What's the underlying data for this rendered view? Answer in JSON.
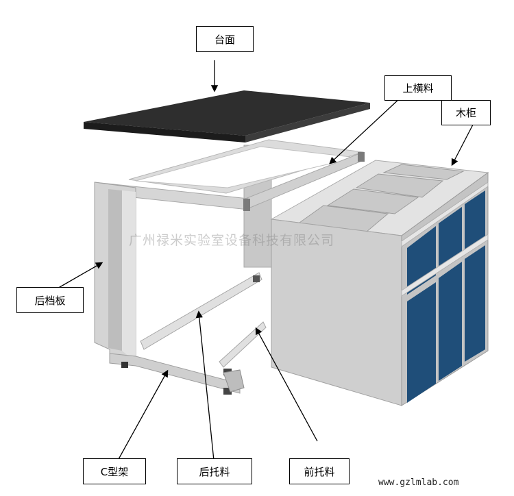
{
  "labels": {
    "countertop": "台面",
    "upper_crossbar": "上横料",
    "wood_cabinet": "木柜",
    "back_panel": "后档板",
    "c_frame": "C型架",
    "rear_support": "后托料",
    "front_support": "前托料"
  },
  "watermark": "广州禄米实验室设备科技有限公司",
  "website": "www.gzlmlab.com",
  "colors": {
    "countertop": "#2b2b2b",
    "frame": "#d3d3d3",
    "cabinet_body": "#cfcfcf",
    "door_blue": "#1f4e79",
    "handle": "#e4e4e4"
  }
}
